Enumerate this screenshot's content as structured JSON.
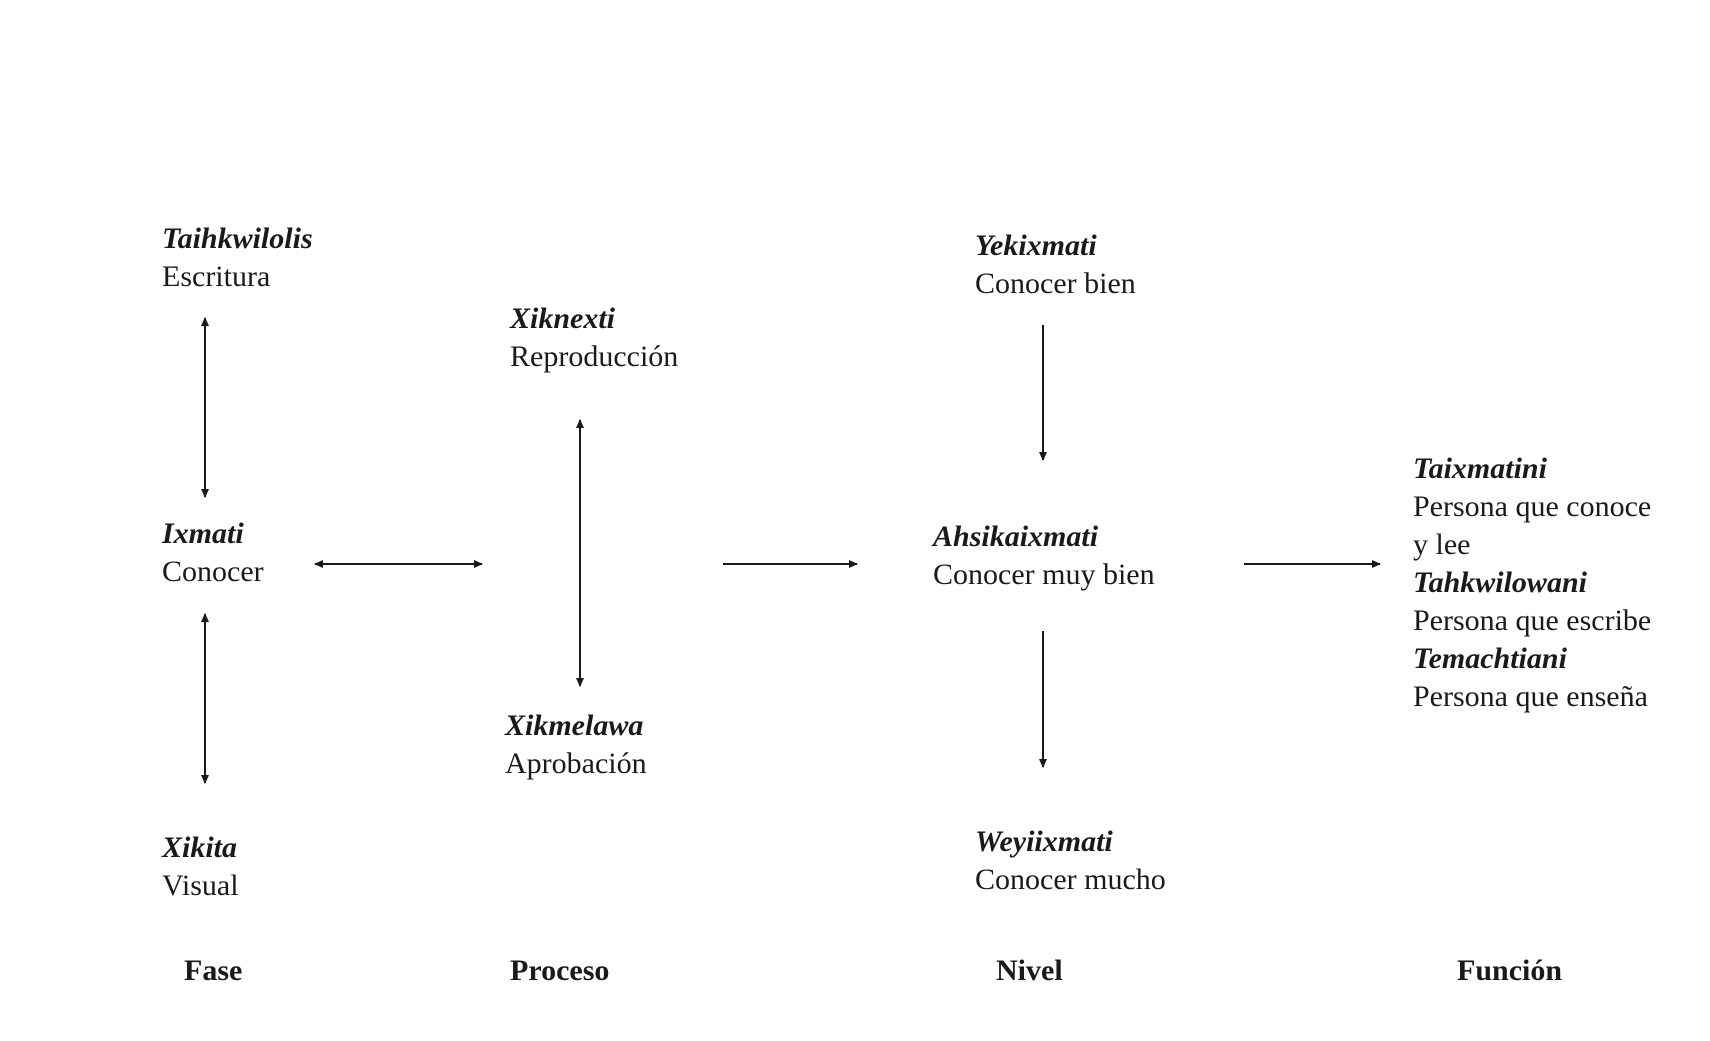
{
  "nodes": {
    "taihkwilolis": {
      "term": "Taihkwilolis",
      "meaning": "Escritura"
    },
    "ixmati": {
      "term": "Ixmati",
      "meaning": "Conocer"
    },
    "xikita": {
      "term": "Xikita",
      "meaning": "Visual"
    },
    "xiknexti": {
      "term": "Xiknexti",
      "meaning": "Reproducción"
    },
    "xikmelawa": {
      "term": "Xikmelawa",
      "meaning": "Aprobación"
    },
    "yekixmati": {
      "term": "Yekixmati",
      "meaning": "Conocer bien"
    },
    "ahsikaixmati": {
      "term": "Ahsikaixmati",
      "meaning": "Conocer muy bien"
    },
    "weyiixmati": {
      "term": "Weyiixmati",
      "meaning": "Conocer mucho"
    }
  },
  "funcion": {
    "taixmatini": {
      "term": "Taixmatini",
      "meaning_line1": "Persona que conoce",
      "meaning_line2": "y lee"
    },
    "tahkwilowani": {
      "term": "Tahkwilowani",
      "meaning": "Persona que escribe"
    },
    "temachtiani": {
      "term": "Temachtiani",
      "meaning": "Persona que enseña"
    }
  },
  "columns": {
    "fase": "Fase",
    "proceso": "Proceso",
    "nivel": "Nivel",
    "funcion": "Función"
  },
  "colors": {
    "text": "#1a1a1a",
    "arrow": "#1a1a1a",
    "background": "#ffffff"
  }
}
